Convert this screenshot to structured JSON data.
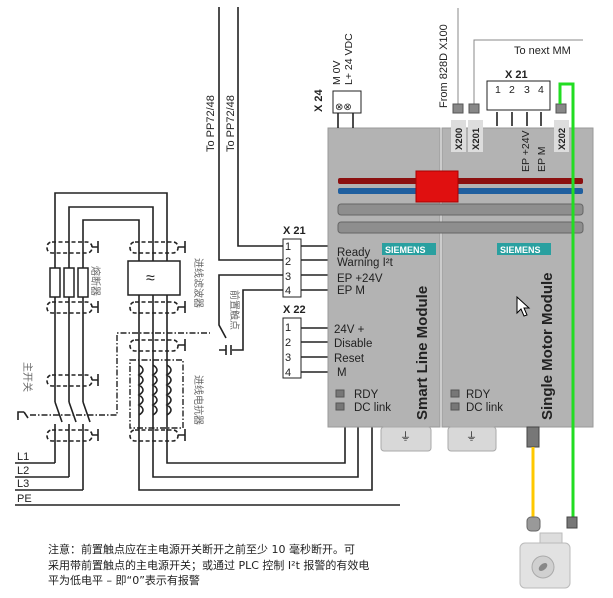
{
  "colors": {
    "module_body": "#b3b3b3",
    "dc_plus": "#8b1010",
    "dc_minus": "#1f5f9f",
    "busbar_connector": "#e01010",
    "siemens_logo": "#2aa0a0",
    "drive_cliq_cable": "#22dd22",
    "encoder_cable": "#ffc800"
  },
  "top_labels": {
    "pp72_a": "To  PP72/48",
    "pp72_b": "To  PP72/48",
    "x24": "X 24",
    "x24_m": "M  0V",
    "x24_l": "L+ 24 VDC",
    "from_828d": "From 828D  X100",
    "to_next": "To next  MM"
  },
  "slm": {
    "title": "Smart Line Module",
    "logo": "SIEMENS",
    "x21": {
      "label": "X 21",
      "pins": [
        "1",
        "2",
        "3",
        "4"
      ],
      "signals": [
        "Ready",
        "Warning I²t",
        "EP +24V",
        "EP M"
      ]
    },
    "x22": {
      "label": "X 22",
      "pins": [
        "1",
        "2",
        "3",
        "4"
      ],
      "signals": [
        "24V +",
        "Disable",
        "Reset",
        "M"
      ]
    },
    "leds": [
      "RDY",
      "DC link"
    ]
  },
  "smm": {
    "title": "Single Motor Module",
    "logo": "SIEMENS",
    "x200": "X200",
    "x201": "X201",
    "x202": "X202",
    "x21": {
      "label": "X 21",
      "pins": [
        "1",
        "2",
        "3",
        "4"
      ],
      "ep24": "EP +24V",
      "epm": "EP M"
    },
    "leds": [
      "RDY",
      "DC link"
    ]
  },
  "schematic": {
    "fuse": "熔断器",
    "line_filter": "进线滤波器",
    "leading_contact": "前置触点",
    "line_reactor": "进线电抗器",
    "main_switch": "主开关",
    "phases": [
      "L1",
      "L2",
      "L3",
      "PE"
    ]
  },
  "note": {
    "lines": [
      "注意：前置触点应在主电源开关断开之前至少  10  毫秒断开。可",
      "采用带前置触点的主电源开关；或通过  PLC 控制  I²t 报警的有效电",
      "平为低电平 – 即“0”表示有报警"
    ]
  }
}
